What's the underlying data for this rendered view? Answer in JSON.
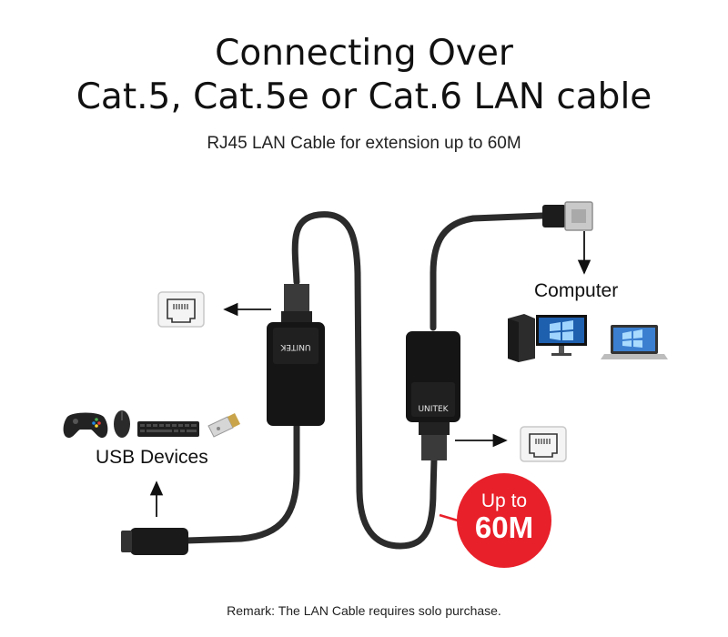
{
  "title": {
    "line1": "Connecting Over",
    "line2": "Cat.5, Cat.5e or Cat.6 LAN cable"
  },
  "subtitle": "RJ45 LAN Cable for extension up to 60M",
  "labels": {
    "computer": "Computer",
    "usb_devices": "USB Devices"
  },
  "badge": {
    "line1": "Up to",
    "line2": "60M",
    "color": "#e8202a"
  },
  "brand": "UNITEK",
  "remark": "Remark: The LAN Cable requires solo purchase.",
  "colors": {
    "cable": "#2b2b2b",
    "adapter": "#151515",
    "arrow": "#111111"
  },
  "icons": [
    "lan-port-icon",
    "usb-a-plug-icon",
    "usb-a-female-icon",
    "rj45-plug-icon",
    "desktop-pc-icon",
    "laptop-icon",
    "gamepad-icon",
    "mouse-icon",
    "keyboard-icon",
    "usb-flash-drive-icon"
  ]
}
